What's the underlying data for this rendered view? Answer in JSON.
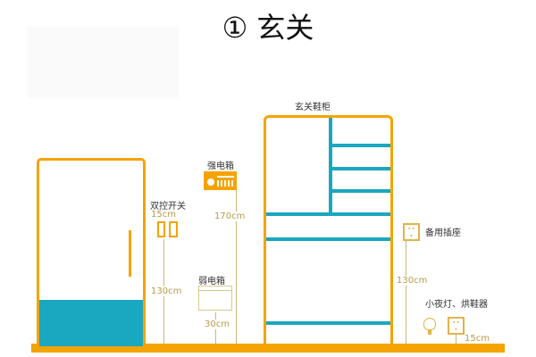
{
  "title": "① 玄关",
  "labels": {
    "shoe_cabinet": "玄关鞋柜",
    "strong_box": "强电箱",
    "strong_height": "170cm",
    "switch": "双控开关",
    "switch_offset": "15cm",
    "switch_height": "130cm",
    "weak_box": "弱电箱",
    "weak_height": "30cm",
    "backup_socket": "备用插座",
    "backup_height": "130cm",
    "night_light": "小夜灯、烘鞋器",
    "night_height": "15cm"
  },
  "colors": {
    "orange": "#f5a300",
    "teal": "#1aa7c0",
    "dim_line": "#c9b67c"
  }
}
